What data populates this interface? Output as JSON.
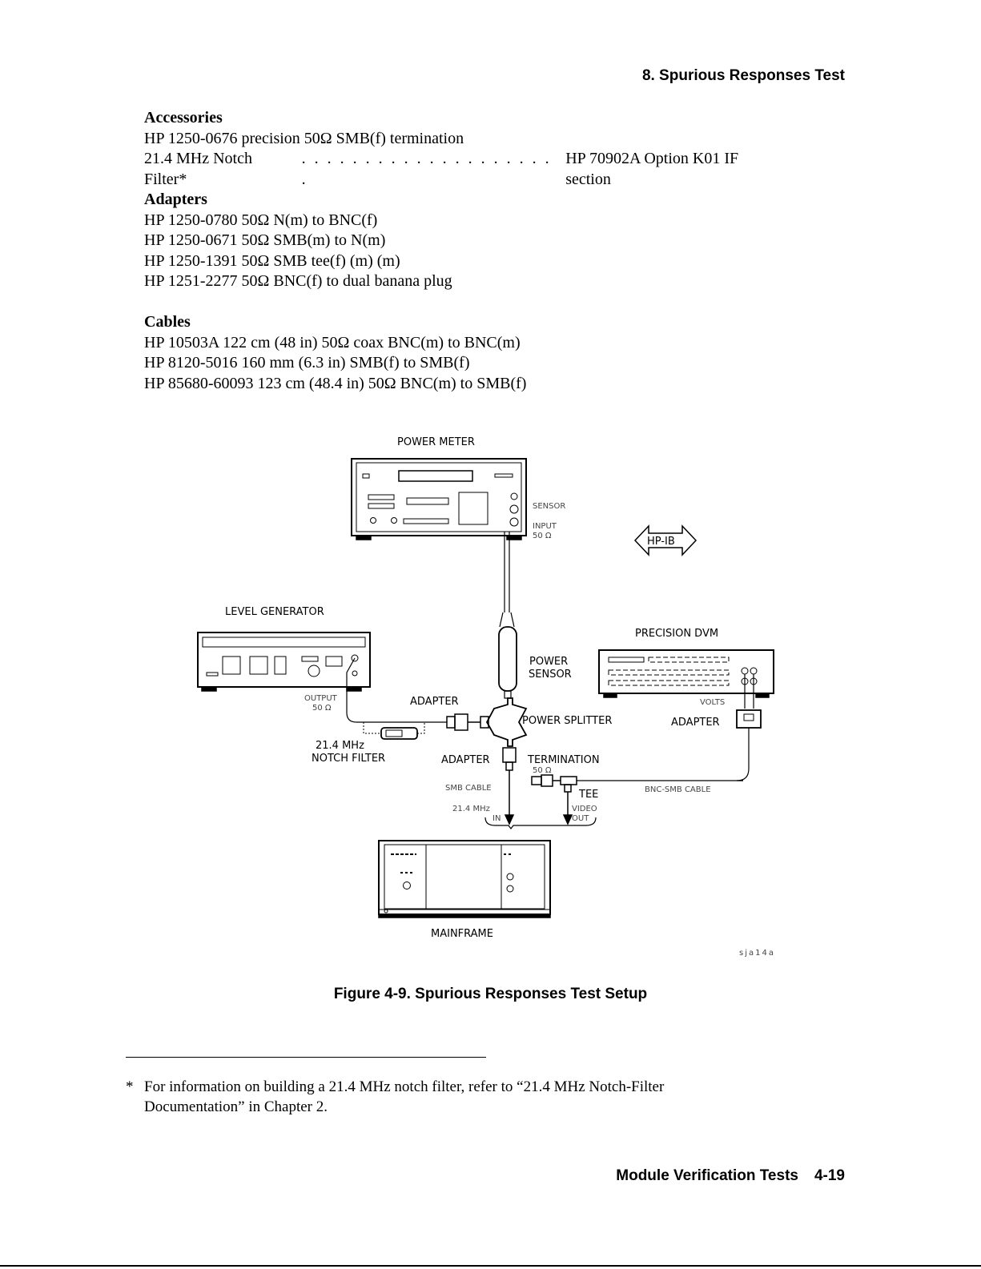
{
  "header": "8. Spurious Responses Test",
  "accessories": {
    "heading": "Accessories",
    "line1": "HP 1250-0676 precision 50Ω SMB(f) termination",
    "notch_left": "21.4 MHz Notch Filter*",
    "notch_dots": ". . . . . . . . . . . . . . . . . . . . .",
    "notch_right": "HP 70902A Option K01 IF section"
  },
  "adapters": {
    "heading": "Adapters",
    "items": [
      "HP 1250-0780 50Ω N(m) to BNC(f)",
      "HP 1250-0671 50Ω SMB(m) to N(m)",
      "HP 1250-1391 50Ω SMB tee(f) (m) (m)",
      "HP 1251-2277 50Ω BNC(f) to dual banana plug"
    ]
  },
  "cables": {
    "heading": "Cables",
    "items": [
      "HP 10503A 122 cm (48 in) 50Ω coax BNC(m) to BNC(m)",
      "HP 8120-5016 160 mm (6.3 in) SMB(f) to SMB(f)",
      "HP 85680-60093 123 cm (48.4 in) 50Ω BNC(m) to SMB(f)"
    ]
  },
  "figure": {
    "labels": {
      "power_meter": "POWER METER",
      "sensor": "SENSOR",
      "input": "INPUT",
      "ohm50": "50 Ω",
      "hpib": "HP-IB",
      "level_generator": "LEVEL GENERATOR",
      "precision_dvm": "PRECISION DVM",
      "power": "POWER",
      "sensor2": "SENSOR",
      "output": "OUTPUT",
      "adapter": "ADAPTER",
      "power_splitter": "POWER SPLITTER",
      "volts": "VOLTS",
      "notch1": "21.4 MHz",
      "notch2": "NOTCH FILTER",
      "termination": "TERMINATION",
      "smb_cable": "SMB CABLE",
      "tee": "TEE",
      "bnc_smb_cable": "BNC-SMB CABLE",
      "mhz_in1": "21.4 MHz",
      "mhz_in2": "IN",
      "video1": "VIDEO",
      "video2": "OUT",
      "mainframe": "MAINFRAME",
      "code": "sja14a"
    }
  },
  "caption": "Figure 4-9. Spurious Responses Test Setup",
  "footnote": {
    "mark": "*",
    "line1": "For information on building a 21.4 MHz notch filter, refer to “21.4 MHz Notch-Filter",
    "line2": "Documentation” in Chapter 2."
  },
  "footer": {
    "title": "Module Verification Tests",
    "page": "4-19"
  }
}
